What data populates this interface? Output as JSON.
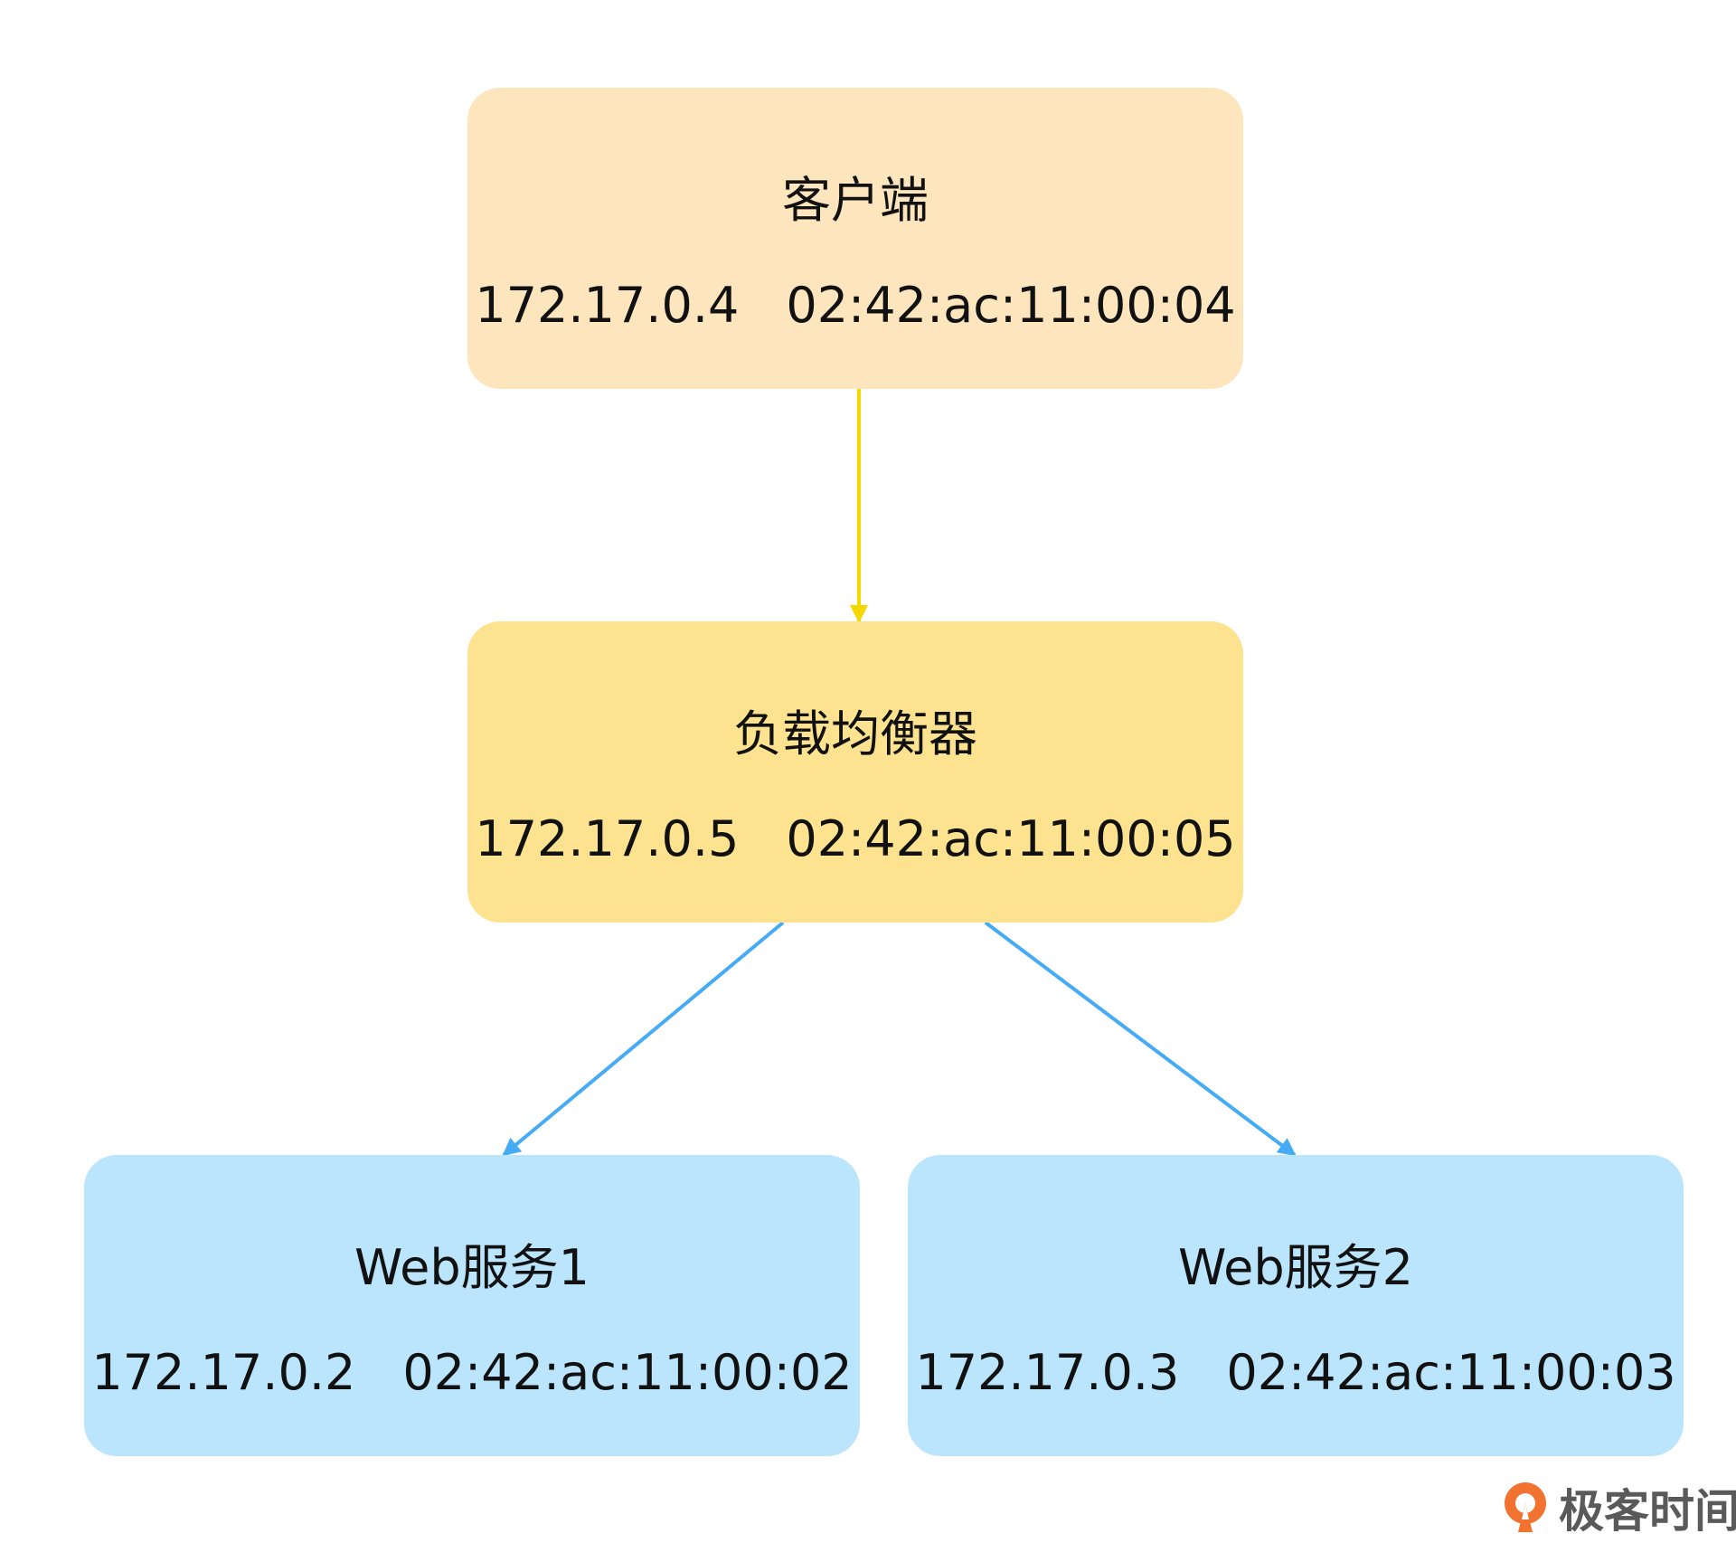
{
  "nodes": {
    "client": {
      "title": "客户端",
      "ip": "172.17.0.4",
      "mac": "02:42:ac:11:00:04"
    },
    "load_balancer": {
      "title": "负载均衡器",
      "ip": "172.17.0.5",
      "mac": "02:42:ac:11:00:05"
    },
    "web1": {
      "title": "Web服务1",
      "ip": "172.17.0.2",
      "mac": "02:42:ac:11:00:02"
    },
    "web2": {
      "title": "Web服务2",
      "ip": "172.17.0.3",
      "mac": "02:42:ac:11:00:03"
    }
  },
  "edges": [
    {
      "from": "client",
      "to": "load_balancer",
      "color": "#f5d800"
    },
    {
      "from": "load_balancer",
      "to": "web1",
      "color": "#45abf5"
    },
    {
      "from": "load_balancer",
      "to": "web2",
      "color": "#45abf5"
    }
  ],
  "colors": {
    "client_fill": "#fde5bd",
    "load_balancer_fill": "#fde38f",
    "web_fill": "#bae5fc"
  },
  "logo": {
    "text": "极客时间",
    "accent": "#f27230"
  }
}
